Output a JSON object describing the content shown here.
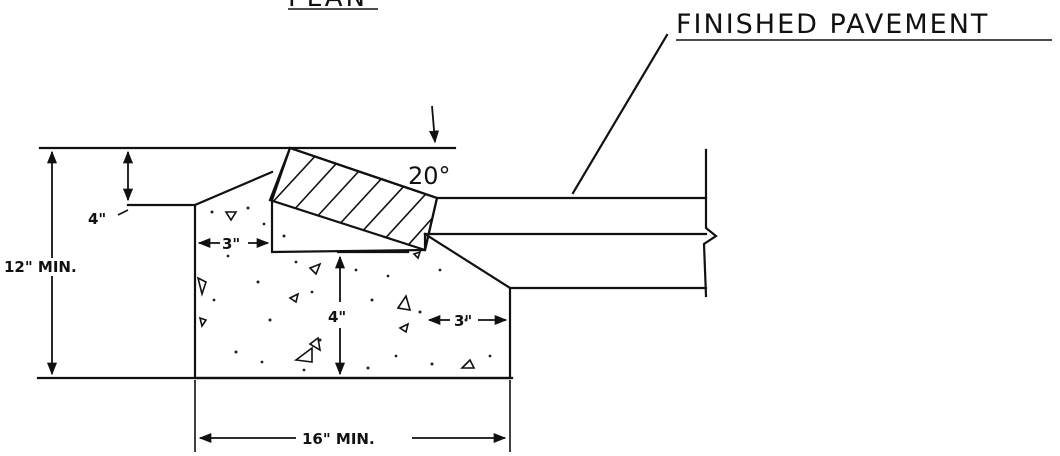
{
  "header": {
    "partial_title": "PLAN"
  },
  "callouts": {
    "finished_pavement": "FINISHED PAVEMENT",
    "angle": "20°"
  },
  "dimensions": {
    "overall_height": "12\" MIN.",
    "top_offset": "4\"",
    "left_step": "3\"",
    "center_height": "4\"",
    "right_step": "3\"",
    "overall_width": "16\" MIN."
  }
}
